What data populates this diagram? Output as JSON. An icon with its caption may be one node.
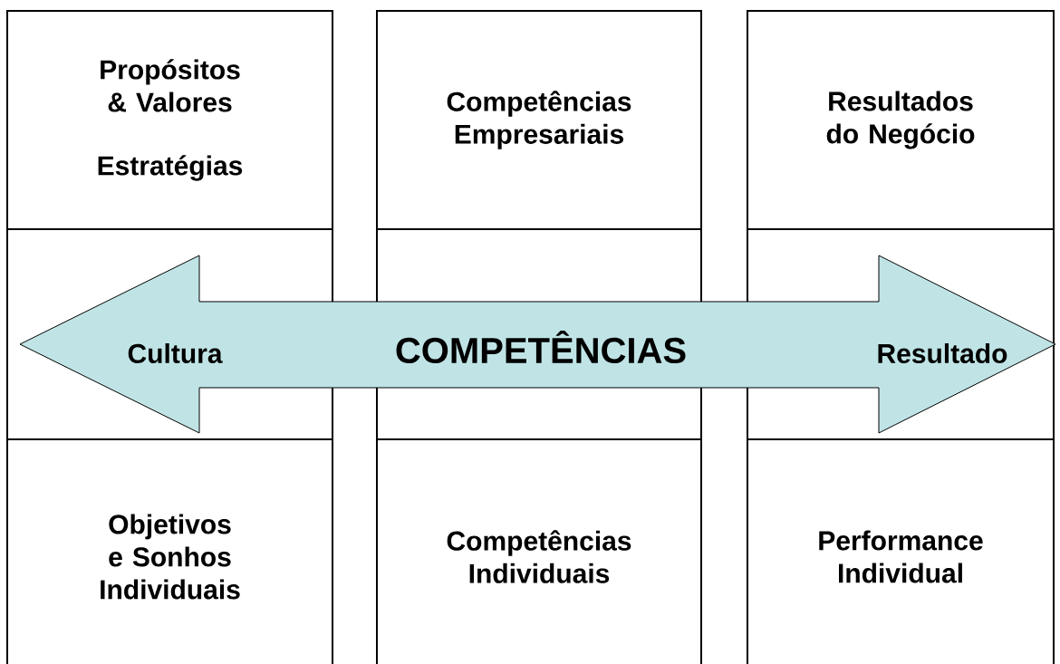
{
  "diagram": {
    "nodes": [
      {
        "text": [],
        "shape": "box"
      },
      {
        "text": [
          "Propósitos & Valores",
          "Estratégias"
        ],
        "in": 0
      },
      {
        "text": [
          "Objetivos e Sonhos Individuais"
        ],
        "in": 0
      },
      {
        "text": [],
        "shape": "box"
      },
      {
        "text": [
          "Competências Empresariais"
        ],
        "in": 3
      },
      {
        "text": [
          "Competências Individuais"
        ],
        "in": 3
      },
      {
        "text": [],
        "shape": "box"
      },
      {
        "text": [
          "Resultados do Negócio"
        ],
        "in": 6
      },
      {
        "text": [
          "Performance Individual"
        ],
        "in": 6
      },
      {
        "text": [
          "Cultura",
          "COMPETÊNCIAS",
          "Resultado"
        ]
      }
    ],
    "edges": []
  }
}
